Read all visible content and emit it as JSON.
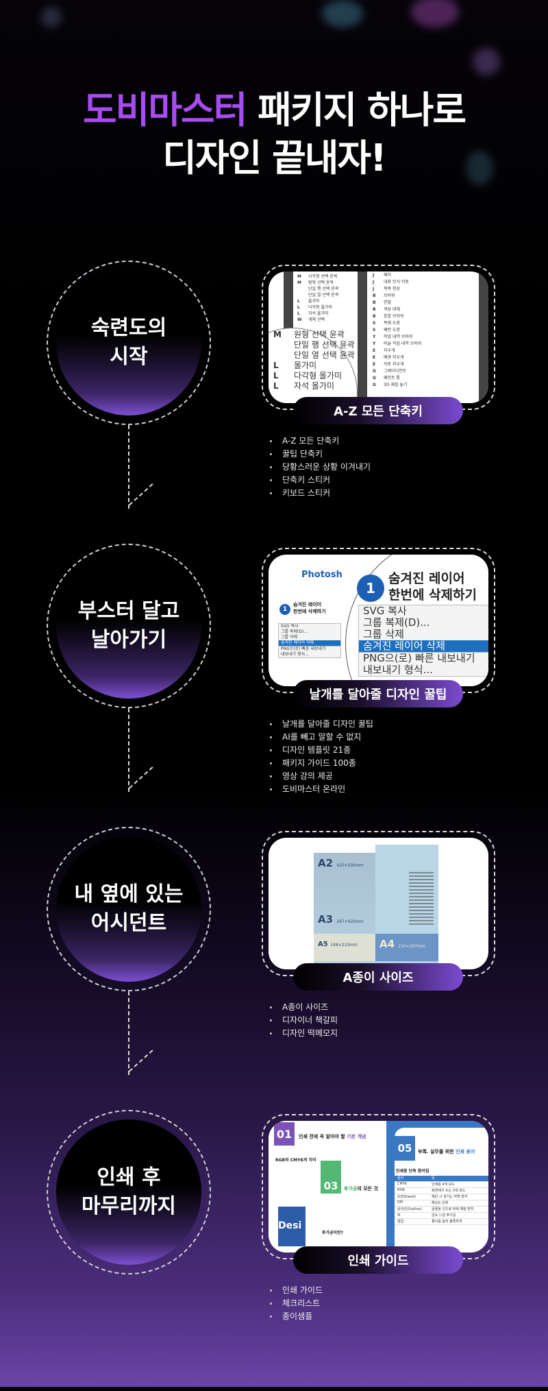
{
  "header": {
    "title_accent": "도비마스터",
    "title_rest": " 패키지 하나로",
    "title_line2": "디자인 끝내자!",
    "accent_color": "#a64cf0"
  },
  "sections": [
    {
      "circle_label": "숙련도의\n시작",
      "pill_label": "A-Z 모든 단축키",
      "bullets": [
        "A-Z 모든 단축키",
        "꿀팁 단축키",
        "당황스러운 상황 이겨내기",
        "단축키 스티커",
        "키보드 스티커"
      ],
      "shot": {
        "left_rows": [
          [
            "M",
            "사각형 선택 윤곽"
          ],
          [
            "M",
            "원형 선택 윤곽"
          ],
          [
            "",
            "단일 행 선택 윤곽"
          ],
          [
            "",
            "단일 열 선택 윤곽"
          ],
          [
            "L",
            "올가미"
          ],
          [
            "L",
            "다각형 올가미"
          ],
          [
            "L",
            "자석 올가미"
          ],
          [
            "W",
            "개체 선택"
          ]
        ],
        "mag_rows": [
          [
            "M",
            "원형 선택 윤곽"
          ],
          [
            "",
            "단일 행 선택 윤곽"
          ],
          [
            "",
            "단일 열 선택 윤곽"
          ],
          [
            "L",
            "올가미"
          ],
          [
            "L",
            "다각형 올가미"
          ],
          [
            "L",
            "자석 올가미"
          ]
        ],
        "right_rows": [
          [
            "J",
            "패치"
          ],
          [
            "J",
            "내용 인식 이동"
          ],
          [
            "J",
            "적목 현상"
          ],
          [
            "B",
            "브러쉬"
          ],
          [
            "B",
            "연필"
          ],
          [
            "B",
            "색상 대체"
          ],
          [
            "B",
            "혼합 브러쉬"
          ],
          [
            "S",
            "복제 도장"
          ],
          [
            "S",
            "패턴 도장"
          ],
          [
            "Y",
            "작업 내역 브러쉬"
          ],
          [
            "Y",
            "미술 작업 내역 브러쉬"
          ],
          [
            "E",
            "지우개"
          ],
          [
            "E",
            "배경 지우개"
          ],
          [
            "E",
            "자동 지우개"
          ],
          [
            "G",
            "그레이디언트"
          ],
          [
            "G",
            "페인트 통"
          ],
          [
            "G",
            "3D 재질 놓기"
          ]
        ]
      }
    },
    {
      "circle_label": "부스터 달고\n날아가기",
      "pill_label": "날개를 달아줄 디자인 꿀팁",
      "bullets": [
        "날개를 달아줄 디자인 꿀팁",
        "AI를 빼고 말할 수 없지",
        "디자인 템플릿 21종",
        "패키지 가이드 100종",
        "영상 강의 제공",
        "도비마스터 온라인"
      ],
      "shot": {
        "brand": "Photosh",
        "step_number": "1",
        "step_title": "숨겨진 레이어\n한번에 삭제하기",
        "menu": [
          "SVG 복사",
          "그룹 복제(D)...",
          "그룹 삭제",
          "숨겨진 레이어 삭제"
        ],
        "menu_extra": [
          "PNG으(로) 빠른 내보내기",
          "내보내기 형식..."
        ]
      }
    },
    {
      "circle_label": "내 옆에 있는\n어시던트",
      "pill_label": "A종이 사이즈",
      "bullets": [
        "A종이 사이즈",
        "디자이너 책갈피",
        "디자인 떡메모지"
      ],
      "shot": {
        "papers": [
          {
            "name": "A2",
            "size": "420×594mm"
          },
          {
            "name": "A3",
            "size": "297×420mm"
          },
          {
            "name": "A5",
            "size": "148×210mm"
          },
          {
            "name": "A4",
            "size": "210×297mm"
          }
        ]
      }
    },
    {
      "circle_label": "인쇄 후\n마무리까지",
      "pill_label": "인쇄 가이드",
      "bullets": [
        "인쇄 가이드",
        "체크리스트",
        "종이샘플"
      ],
      "shot": {
        "page1_num": "01",
        "page1_title": "인쇄 전에 꼭 알아야 할 ",
        "page1_title_accent": "기본 개념",
        "page1_sub": "RGB와 CMYK의 차이",
        "page3_num": "03",
        "page3_title_accent": "후가공",
        "page3_title": "의 모든 것",
        "page3_sub": "후가공이란?",
        "page5_num": "05",
        "page5_title": "부록. 실무를 위한 ",
        "page5_title_accent": "인쇄 용어",
        "page5_sub": "인쇄용 단축 용어집",
        "table_header": [
          "용어",
          "뜻"
        ],
        "table_rows": [
          [
            "CMYK",
            "인쇄용 4색 모드"
          ],
          [
            "RGB",
            "화면에서 쓰는 3색 모드"
          ],
          [
            "도련(bleed)",
            "재단 시 생기는 여백 방지"
          ],
          [
            "DPI",
            "해상도 단위"
          ],
          [
            "윤곽선(Outline)",
            "글꼴을 선으로 바꿔 깨짐 방지"
          ],
          [
            "박",
            "금속 느낌 후가공"
          ],
          [
            "형압",
            "종이를 눌러 볼록하게"
          ]
        ],
        "cover_word": "Desi"
      }
    }
  ]
}
